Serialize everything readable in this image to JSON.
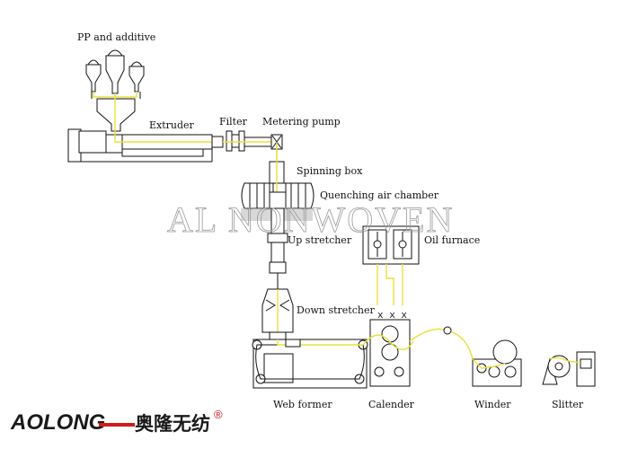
{
  "labels": {
    "pp_additive": "PP and additive",
    "extruder": "Extruder",
    "filter": "Filter",
    "metering_pump": "Metering pump",
    "spinning_box": "Spinning box",
    "quenching": "Quenching air chamber",
    "up_stretcher": "Up stretcher",
    "oil_furnace": "Oil furnace",
    "down_stretcher": "Down stretcher",
    "web_former": "Web former",
    "calender": "Calender",
    "winder": "Winder",
    "slitter": "Slitter"
  },
  "watermark": "AL NONWOVEN",
  "brand": {
    "name_en": "AOLONG",
    "name_cn": "奥隆无纺",
    "registered": "®",
    "red_color": "#d11a1a"
  },
  "colors": {
    "fiber": "#e8e23a",
    "line": "#111111"
  }
}
